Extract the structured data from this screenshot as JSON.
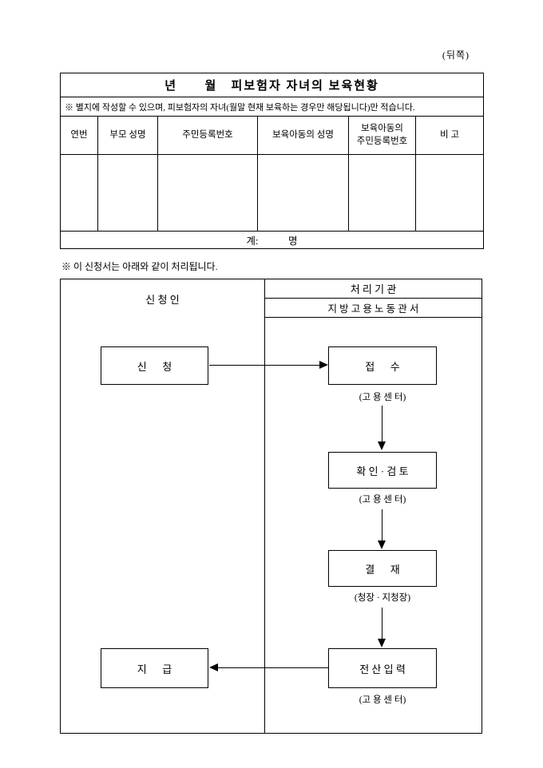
{
  "page": {
    "side_label": "(뒤쪽)"
  },
  "care_table": {
    "title": "년      월   피보험자 자녀의 보육현황",
    "note": "※ 별지에 작성할 수 있으며, 피보험자의 자녀(월말 현재 보육하는 경우만 해당됩니다)만 적습니다.",
    "headers": [
      "연번",
      "부모 성명",
      "주민등록번호",
      "보육아동의 성명",
      "보육아동의\n주민등록번호",
      "비 고"
    ],
    "footer_text": "계:            명"
  },
  "process_note": "※ 이 신청서는 아래와 같이 처리됩니다.",
  "flowchart": {
    "left_header": "신 청 인",
    "right_header": "처 리 기 관",
    "right_subheader": "지 방 고 용 노 동 관 서",
    "steps": [
      {
        "label": "신      청",
        "caption": ""
      },
      {
        "label": "접      수",
        "caption": "(고 용 센 터)"
      },
      {
        "label": "확 인 · 검 토",
        "caption": "(고 용 센 터)"
      },
      {
        "label": "결      재",
        "caption": "(청장 · 지청장)"
      },
      {
        "label": "전 산 입 력",
        "caption": "(고 용 센 터)"
      },
      {
        "label": "지      급",
        "caption": ""
      }
    ]
  }
}
